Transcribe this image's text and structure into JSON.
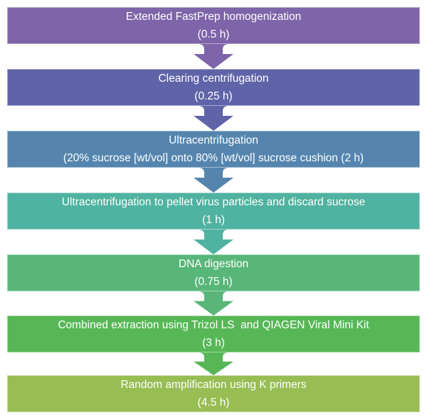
{
  "figure": {
    "type": "process-flowchart",
    "text_color": "#ffffff",
    "background_color": "#ffffff"
  },
  "steps": [
    {
      "line1": "Extended FastPrep homogenization",
      "line2": "(0.5 h)",
      "color": "#7e64a8"
    },
    {
      "line1": "Clearing centrifugation",
      "line2": "(0.25 h)",
      "color": "#5f64a9"
    },
    {
      "line1": "Ultracentrifugation",
      "line2": "(20% sucrose [wt/vol] onto 80% [wt/vol] sucrose cushion (2 h)",
      "color": "#5585ae"
    },
    {
      "line1": "Ultracentrifugation to pellet virus particles and discard sucrose",
      "line2": "(1 h)",
      "color": "#50b2a0"
    },
    {
      "line1": "DNA digestion",
      "line2": "(0.75 h)",
      "color": "#58b679"
    },
    {
      "line1": "Combined extraction using Trizol LS  and QIAGEN Viral Mini Kit",
      "line2": "(3 h)",
      "color": "#57b757"
    },
    {
      "line1": "Random amplification using K primers",
      "line2": "(4.5 h)",
      "color": "#97bd53"
    }
  ]
}
